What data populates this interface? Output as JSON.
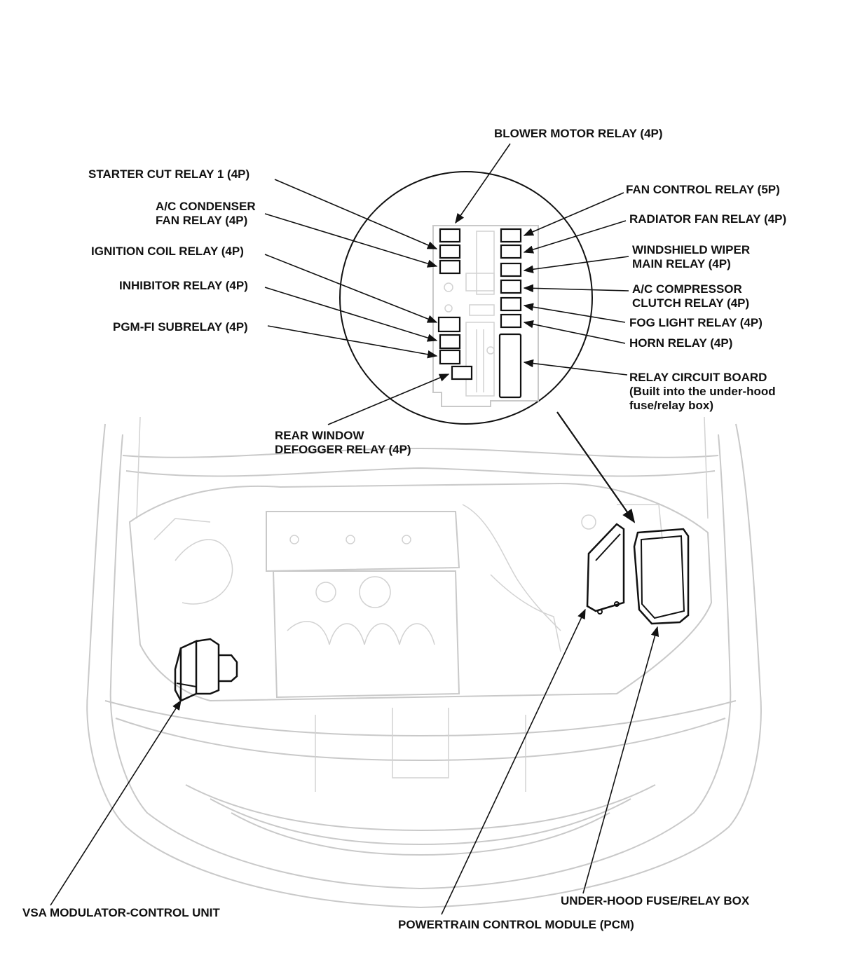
{
  "labels": {
    "blower_motor_relay": "BLOWER MOTOR RELAY (4P)",
    "starter_cut_relay_1": "STARTER CUT RELAY 1 (4P)",
    "ac_condenser_fan_relay": [
      "A/C CONDENSER",
      "FAN RELAY (4P)"
    ],
    "ignition_coil_relay": "IGNITION COIL RELAY (4P)",
    "inhibitor_relay": "INHIBITOR RELAY (4P)",
    "pgm_fi_subrelay": "PGM-FI SUBRELAY (4P)",
    "fan_control_relay": "FAN CONTROL RELAY (5P)",
    "radiator_fan_relay": "RADIATOR FAN RELAY (4P)",
    "windshield_wiper_main_relay": [
      "WINDSHIELD WIPER",
      "MAIN RELAY (4P)"
    ],
    "ac_compressor_clutch_relay": [
      "A/C COMPRESSOR",
      "CLUTCH RELAY (4P)"
    ],
    "fog_light_relay": "FOG LIGHT RELAY (4P)",
    "horn_relay": "HORN RELAY (4P)",
    "relay_circuit_board": [
      "RELAY CIRCUIT BOARD",
      "(Built into the under-hood",
      "fuse/relay box)"
    ],
    "rear_window_defogger_relay": [
      "REAR WINDOW",
      "DEFOGGER RELAY (4P)"
    ],
    "vsa_modulator_control_unit": "VSA MODULATOR-CONTROL UNIT",
    "powertrain_control_module": "POWERTRAIN CONTROL MODULE (PCM)",
    "under_hood_fuse_relay_box": "UNDER-HOOD FUSE/RELAY BOX"
  }
}
